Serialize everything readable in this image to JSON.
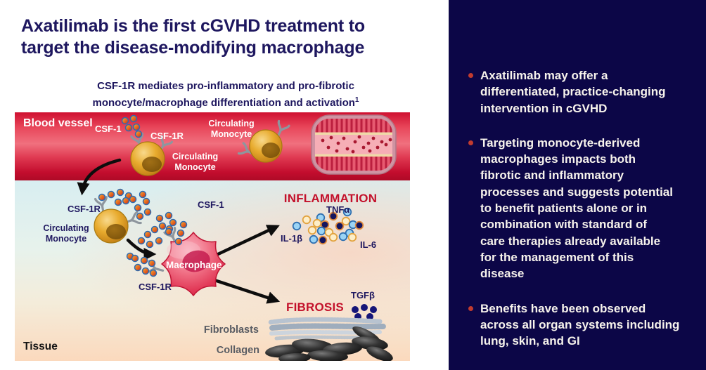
{
  "colors": {
    "title_navy": "#1e175f",
    "sidebar_bg": "#0c0647",
    "sidebar_text": "#f7f3ec",
    "bullet_red": "#c13b2f",
    "alert_red": "#c3112b",
    "vessel_red": "#d6203e",
    "monocyte_gold": "#d99a1f",
    "macrophage_red": "#e0274b",
    "cytokine_blue_fill": "#9bd4f5",
    "cytokine_blue_ring": "#2e6fb0",
    "cytokine_navy_fill": "#15155e",
    "cytokine_navy_ring": "#e08a3c",
    "cytokine_cream_fill": "#fdeec9",
    "cytokine_cream_ring": "#e2a23d",
    "tgfb_dot_navy": "#151578",
    "csf1_ring_blue": "#2f6bb0"
  },
  "header": {
    "title_lines": [
      "Axatilimab is the first cGVHD treatment to",
      "target the disease-modifying macrophage"
    ]
  },
  "diagram": {
    "subtitle_line1": "CSF-1R mediates pro-inflammatory and pro-fibrotic",
    "subtitle_line2": "monocyte/macrophage differentiation and activation",
    "subtitle_sup": "1",
    "labels": {
      "blood_vessel": "Blood vessel",
      "tissue": "Tissue",
      "csf1_vessel": "CSF-1",
      "csf1r_vessel": "CSF-1R",
      "circulating_monocyte_1": "Circulating Monocyte",
      "circulating_monocyte_2": "Circulating Monocyte",
      "csf1r_tissue": "CSF-1R",
      "circulating_monocyte_tissue": "Circulating Monocyte",
      "csf1_tissue": "CSF-1",
      "macrophage": "Macrophage",
      "csf1r_macrophage": "CSF-1R",
      "inflammation": "INFLAMMATION",
      "tnfa": "TNFα",
      "il1b": "IL-1β",
      "il6": "IL-6",
      "fibrosis": "FIBROSIS",
      "tgfb": "TGFβ",
      "fibroblasts": "Fibroblasts",
      "collagen": "Collagen"
    }
  },
  "sidebar": {
    "bullets": [
      {
        "lines": [
          "Axatilimab may offer a",
          "differentiated, practice-changing",
          "intervention in cGVHD"
        ]
      },
      {
        "lines": [
          "Targeting monocyte-derived",
          "macrophages impacts both",
          "fibrotic and inflammatory",
          "processes and suggests potential",
          "to benefit patients alone or in",
          "combination with standard of",
          "care therapies already available",
          "for the management of this",
          "disease"
        ]
      },
      {
        "lines": [
          "Benefits have been observed",
          "across all organ systems including",
          "lung, skin, and GI"
        ]
      }
    ]
  }
}
